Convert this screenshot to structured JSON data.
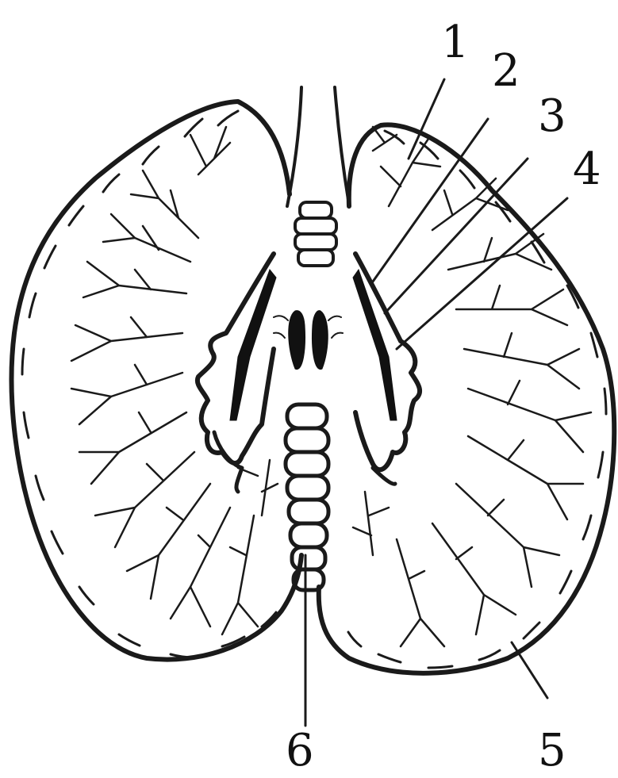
{
  "figure": {
    "labels": [
      {
        "id": "1",
        "text": "1"
      },
      {
        "id": "2",
        "text": "2"
      },
      {
        "id": "3",
        "text": "3"
      },
      {
        "id": "4",
        "text": "4"
      },
      {
        "id": "5",
        "text": "5"
      },
      {
        "id": "6",
        "text": "6"
      }
    ]
  },
  "colors": {
    "ink": "#1a1a1a",
    "background": "#ffffff"
  }
}
